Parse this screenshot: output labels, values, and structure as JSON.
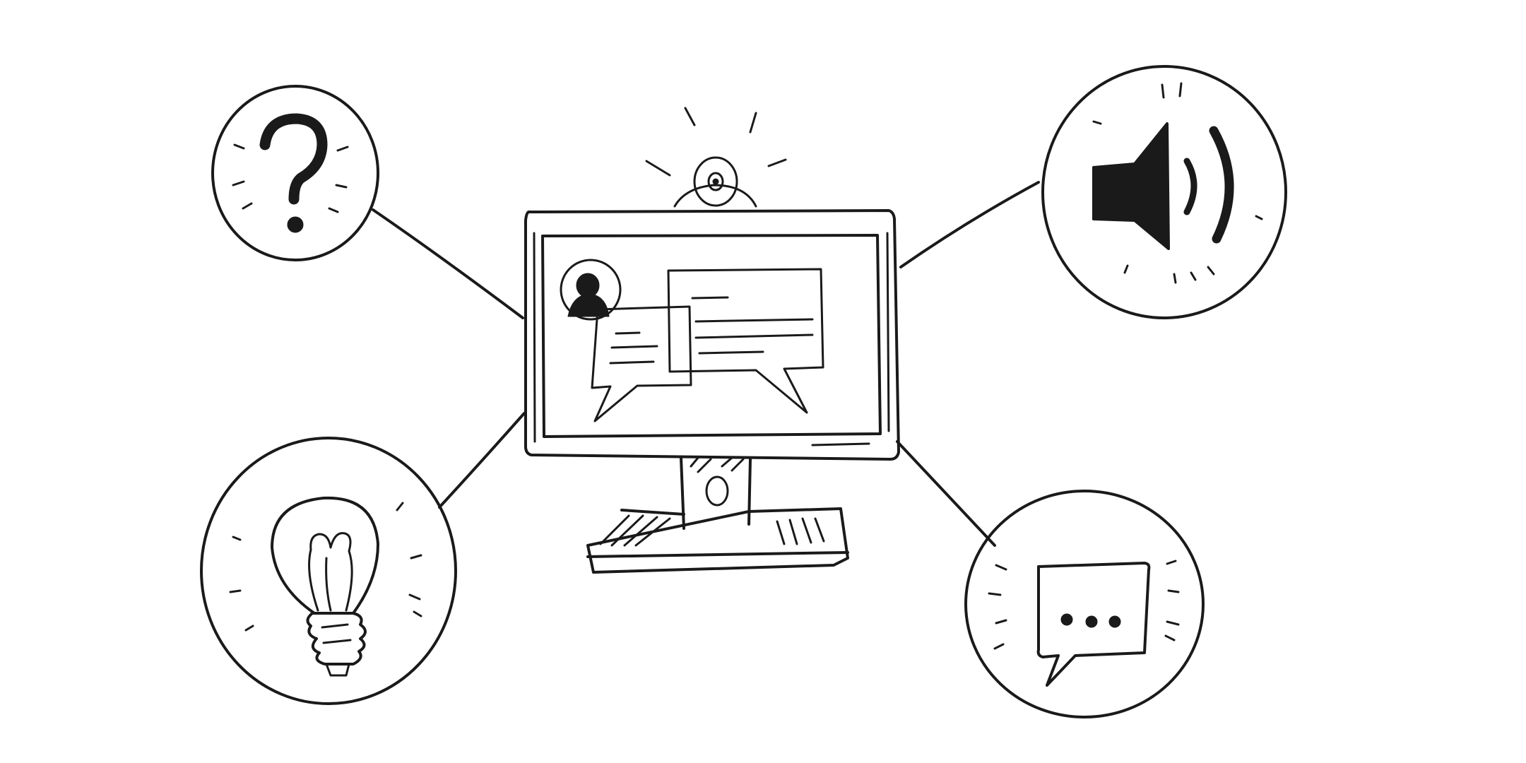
{
  "diagram": {
    "hub": {
      "icon": "video-call-monitor-icon",
      "parts": [
        "webcam-icon",
        "participant-avatar-icon",
        "chat-bubble-icon",
        "chat-bubble-icon"
      ]
    },
    "nodes": [
      {
        "position": "top-left",
        "icon": "question-mark-icon",
        "glyph": "?"
      },
      {
        "position": "top-right",
        "icon": "speaker-icon"
      },
      {
        "position": "bottom-left",
        "icon": "lightbulb-icon"
      },
      {
        "position": "bottom-right",
        "icon": "typing-speech-bubble-icon",
        "glyph": "..."
      }
    ],
    "colors": {
      "ink": "#1a1a1a",
      "background": "#ffffff"
    }
  }
}
